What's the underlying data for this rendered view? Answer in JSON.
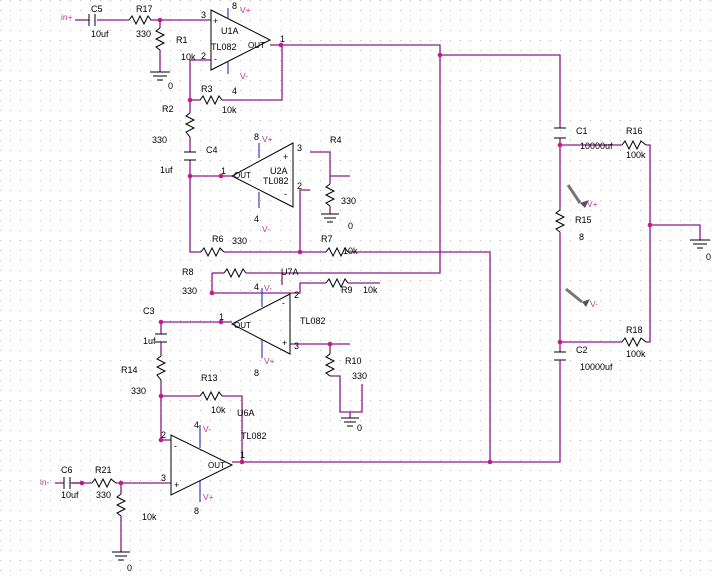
{
  "nets": {
    "in_plus": "in+",
    "in_minus": "in-",
    "vplus": "V+",
    "vminus": "V-",
    "gnd": "0"
  },
  "components": {
    "C5": {
      "ref": "C5",
      "value": "10uf"
    },
    "R17": {
      "ref": "R17",
      "value": "330"
    },
    "R1": {
      "ref": "R1",
      "value": "10k"
    },
    "R3": {
      "ref": "R3",
      "value": "10k"
    },
    "R2": {
      "ref": "R2",
      "value": "330"
    },
    "C4": {
      "ref": "C4",
      "value": "1uf"
    },
    "R4": {
      "ref": "R4",
      "value": "330"
    },
    "R6": {
      "ref": "R6",
      "value": "330"
    },
    "R7": {
      "ref": "R7",
      "value": "10k"
    },
    "R8": {
      "ref": "R8",
      "value": "330"
    },
    "R9": {
      "ref": "R9",
      "value": "10k"
    },
    "C3": {
      "ref": "C3",
      "value": "1uf"
    },
    "R10": {
      "ref": "R10",
      "value": "330"
    },
    "R14": {
      "ref": "R14",
      "value": "330"
    },
    "R13": {
      "ref": "R13",
      "value": "10k"
    },
    "C6": {
      "ref": "C6",
      "value": "10uf"
    },
    "R21": {
      "ref": "R21",
      "value": "330"
    },
    "R20": {
      "value": "10k"
    },
    "C1": {
      "ref": "C1",
      "value": "10000uf"
    },
    "R16": {
      "ref": "R16",
      "value": "100k"
    },
    "R15": {
      "ref": "R15",
      "value": "8"
    },
    "C2": {
      "ref": "C2",
      "value": "10000uf"
    },
    "R18": {
      "ref": "R18",
      "value": "100k"
    }
  },
  "opamps": {
    "U1A": {
      "ref": "U1A",
      "part": "TL082"
    },
    "U2A": {
      "ref": "U2A",
      "part": "TL082"
    },
    "U7A": {
      "ref": "U7A",
      "part": "TL082"
    },
    "U6A": {
      "ref": "U6A",
      "part": "TL082"
    }
  },
  "pins": {
    "p1": "1",
    "p2": "2",
    "p3": "3",
    "p4": "4",
    "p8": "8",
    "out": "OUT",
    "plus": "+",
    "minus": "-"
  }
}
